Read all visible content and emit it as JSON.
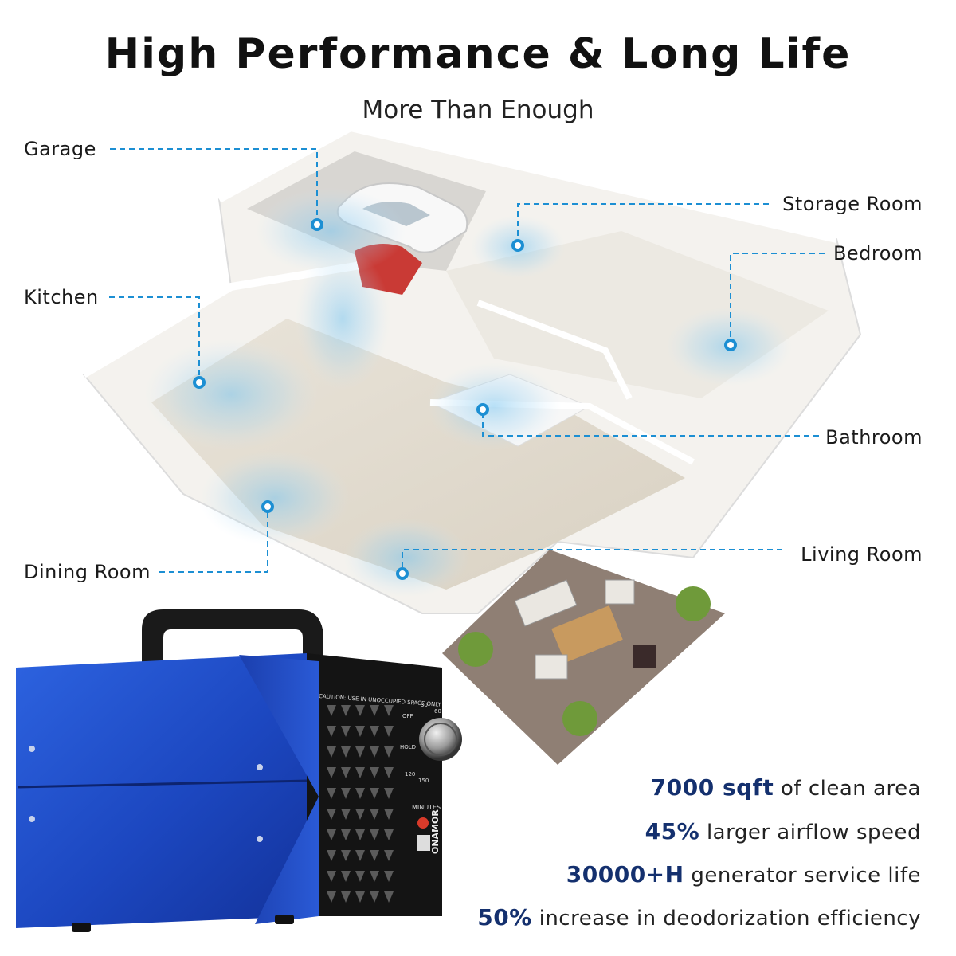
{
  "header": {
    "title": "High Performance & Long Life",
    "subtitle": "More Than Enough"
  },
  "rooms": {
    "garage": "Garage",
    "storage_room": "Storage Room",
    "bedroom": "Bedroom",
    "kitchen": "Kitchen",
    "bathroom": "Bathroom",
    "dining_room": "Dining Room",
    "living_room": "Living Room"
  },
  "features": [
    {
      "highlight": "7000 sqft",
      "text": " of clean area"
    },
    {
      "highlight": "45%",
      "text": " larger airflow speed"
    },
    {
      "highlight": "30000+H",
      "text": " generator service life"
    },
    {
      "highlight": "50%",
      "text": " increase in deodorization efficiency"
    }
  ],
  "device": {
    "brand": "ONAMOR",
    "caution": "CAUTION: USE IN UNOCCUPIED SPACE ONLY",
    "timer_label": "MINUTES",
    "dial_off": "OFF",
    "dial_hold": "HOLD",
    "dial_30": "30",
    "dial_60": "60",
    "dial_120": "120",
    "dial_150": "150"
  },
  "colors": {
    "accent_blue": "#1c8fd3",
    "highlight_text": "#14306e",
    "device_blue": "#1f4fc9"
  }
}
